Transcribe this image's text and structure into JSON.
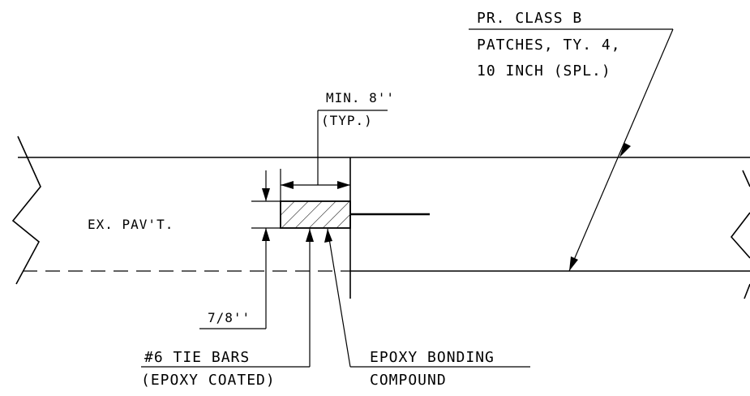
{
  "labels": {
    "callout_main_1": "PR. CLASS B",
    "callout_main_2": "PATCHES, TY. 4,",
    "callout_main_3": "10 INCH (SPL.)",
    "min_spacing_1": "MIN. 8''",
    "min_spacing_2": "(TYP.)",
    "existing_pavement": "EX. PAV'T.",
    "depth_dimension": "7/8''",
    "tie_bars_1": "#6 TIE BARS",
    "tie_bars_2": "(EPOXY COATED)",
    "epoxy_1": "EPOXY BONDING",
    "epoxy_2": "COMPOUND"
  }
}
